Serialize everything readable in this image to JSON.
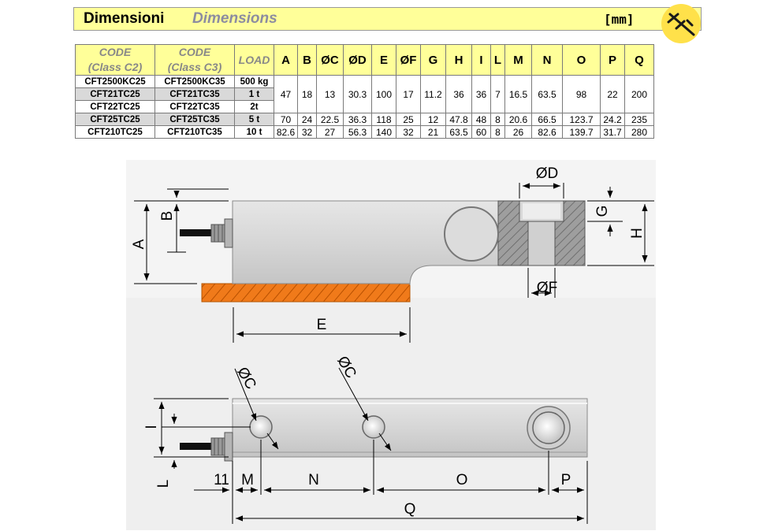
{
  "header": {
    "title": "Dimensioni",
    "subtitle": "Dimensions",
    "unit": "[mm]"
  },
  "table": {
    "code_c2_line1": "CODE",
    "code_c2_line2": "(Class C2)",
    "code_c3_line1": "CODE",
    "code_c3_line2": "(Class C3)",
    "load": "LOAD",
    "cols": [
      "A",
      "B",
      "ØC",
      "ØD",
      "E",
      "ØF",
      "G",
      "H",
      "I",
      "L",
      "M",
      "N",
      "O",
      "P",
      "Q"
    ],
    "rows": [
      {
        "c2": "CFT2500KC25",
        "c3": "CFT2500KC35",
        "load": "500 kg"
      },
      {
        "c2": "CFT21TC25",
        "c3": "CFT21TC35",
        "load": "1 t"
      },
      {
        "c2": "CFT22TC25",
        "c3": "CFT22TC35",
        "load": "2t"
      },
      {
        "c2": "CFT25TC25",
        "c3": "CFT25TC35",
        "load": "5 t"
      },
      {
        "c2": "CFT210TC25",
        "c3": "CFT210TC35",
        "load": "10 t"
      }
    ],
    "group_values": [
      "47",
      "18",
      "13",
      "30.3",
      "100",
      "17",
      "11.2",
      "36",
      "36",
      "7",
      "16.5",
      "63.5",
      "98",
      "22",
      "200"
    ],
    "row5t": [
      "70",
      "24",
      "22.5",
      "36.3",
      "118",
      "25",
      "12",
      "47.8",
      "48",
      "8",
      "20.6",
      "66.5",
      "123.7",
      "24.2",
      "235"
    ],
    "row10t": [
      "82.6",
      "32",
      "27",
      "56.3",
      "140",
      "32",
      "21",
      "63.5",
      "60",
      "8",
      "26",
      "82.6",
      "139.7",
      "31.7",
      "280"
    ]
  },
  "drawing": {
    "A": "A",
    "B": "B",
    "C": "ØC",
    "D": "ØD",
    "E": "E",
    "F": "ØF",
    "G": "G",
    "H": "H",
    "I": "I",
    "L": "L",
    "M": "M",
    "N": "N",
    "O": "O",
    "P": "P",
    "Q": "Q",
    "dim11": "11"
  }
}
